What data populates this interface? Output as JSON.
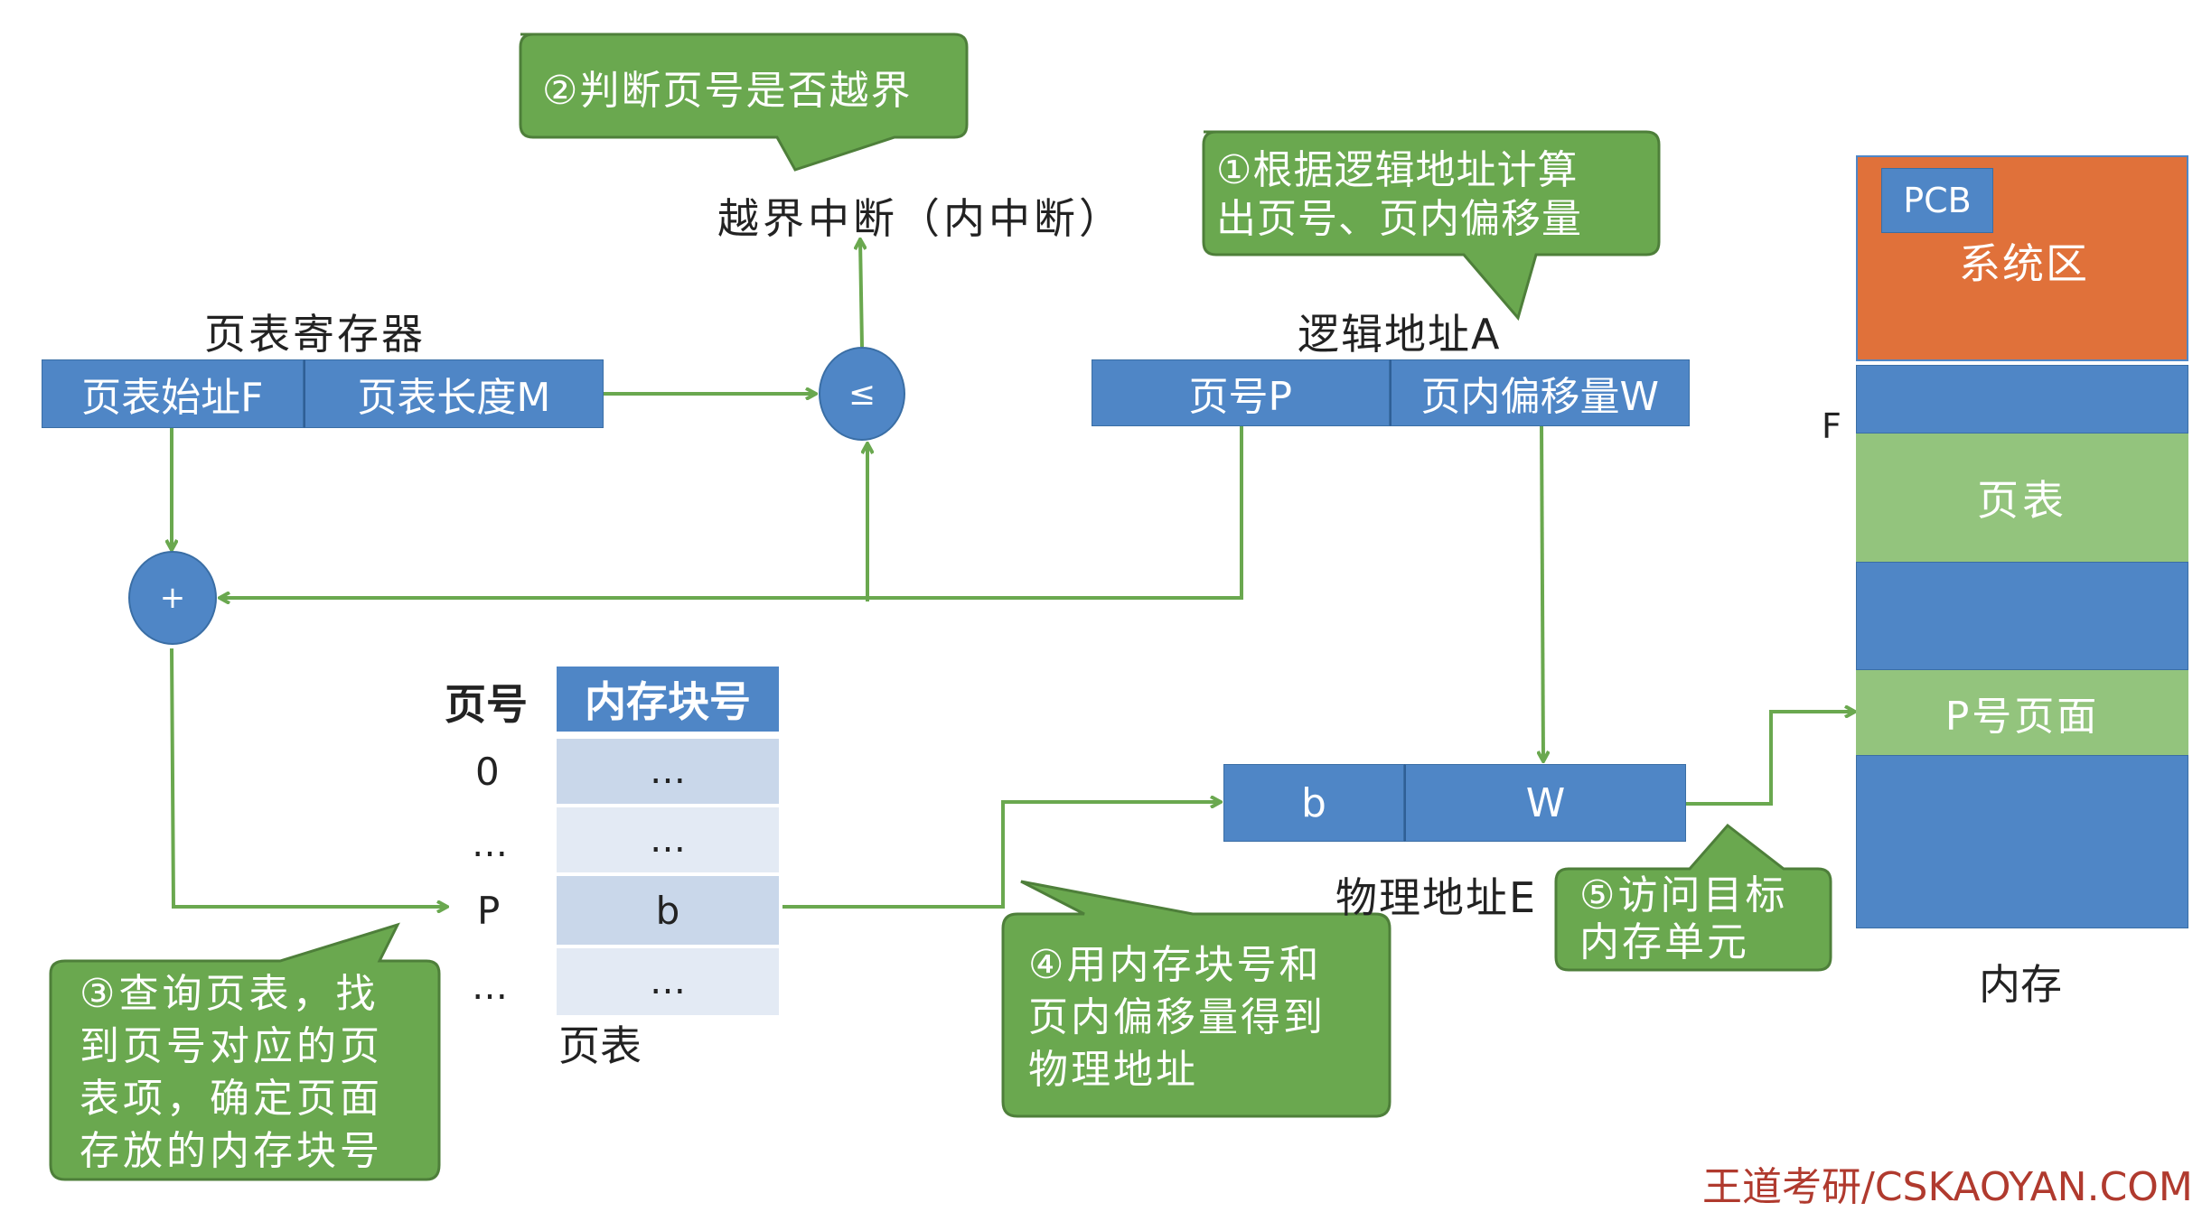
{
  "header_faded": "",
  "callouts": {
    "step1": "①根据逻辑地址计算\n出页号、页内偏移量",
    "step2": "②判断页号是否越界",
    "step3": "③查询页表，找\n到页号对应的页\n表项，确定页面\n存放的内存块号",
    "step4": "④用内存块号和\n页内偏移量得到\n物理地址",
    "step5": "⑤访问目标\n内存单元"
  },
  "labels": {
    "interrupt": "越界中断（内中断）",
    "page_table_register": "页表寄存器",
    "logical_address": "逻辑地址A",
    "physical_address": "物理地址E",
    "page_table": "页表",
    "memory": "内存",
    "memory_F": "F"
  },
  "register": {
    "start": "页表始址F",
    "length": "页表长度M"
  },
  "compare_symbol": "≤",
  "add_symbol": "+",
  "logical": {
    "page": "页号P",
    "offset": "页内偏移量W"
  },
  "physical": {
    "block": "b",
    "offset": "W"
  },
  "table": {
    "col_page": "页号",
    "col_block": "内存块号",
    "rows": [
      {
        "page": "0",
        "block": "…"
      },
      {
        "page": "…",
        "block": "…"
      },
      {
        "page": "P",
        "block": "b"
      },
      {
        "page": "…",
        "block": "…"
      }
    ]
  },
  "memory_blocks": {
    "pcb": "PCB",
    "system": "系统区",
    "page_table": "页表",
    "p_page": "P号页面"
  },
  "watermark": "王道考研/CSKAOYAN.COM",
  "colors": {
    "blue": "#4f86c6",
    "green_callout": "#6aa84f",
    "arrow_green": "#6aa84f",
    "system_orange": "#e0713a",
    "light_green": "#93c47d",
    "table_header": "#4f86c6",
    "table_row_a": "#c9d7ea",
    "table_row_b": "#e3eaf4",
    "watermark_red": "#b03a2e"
  }
}
